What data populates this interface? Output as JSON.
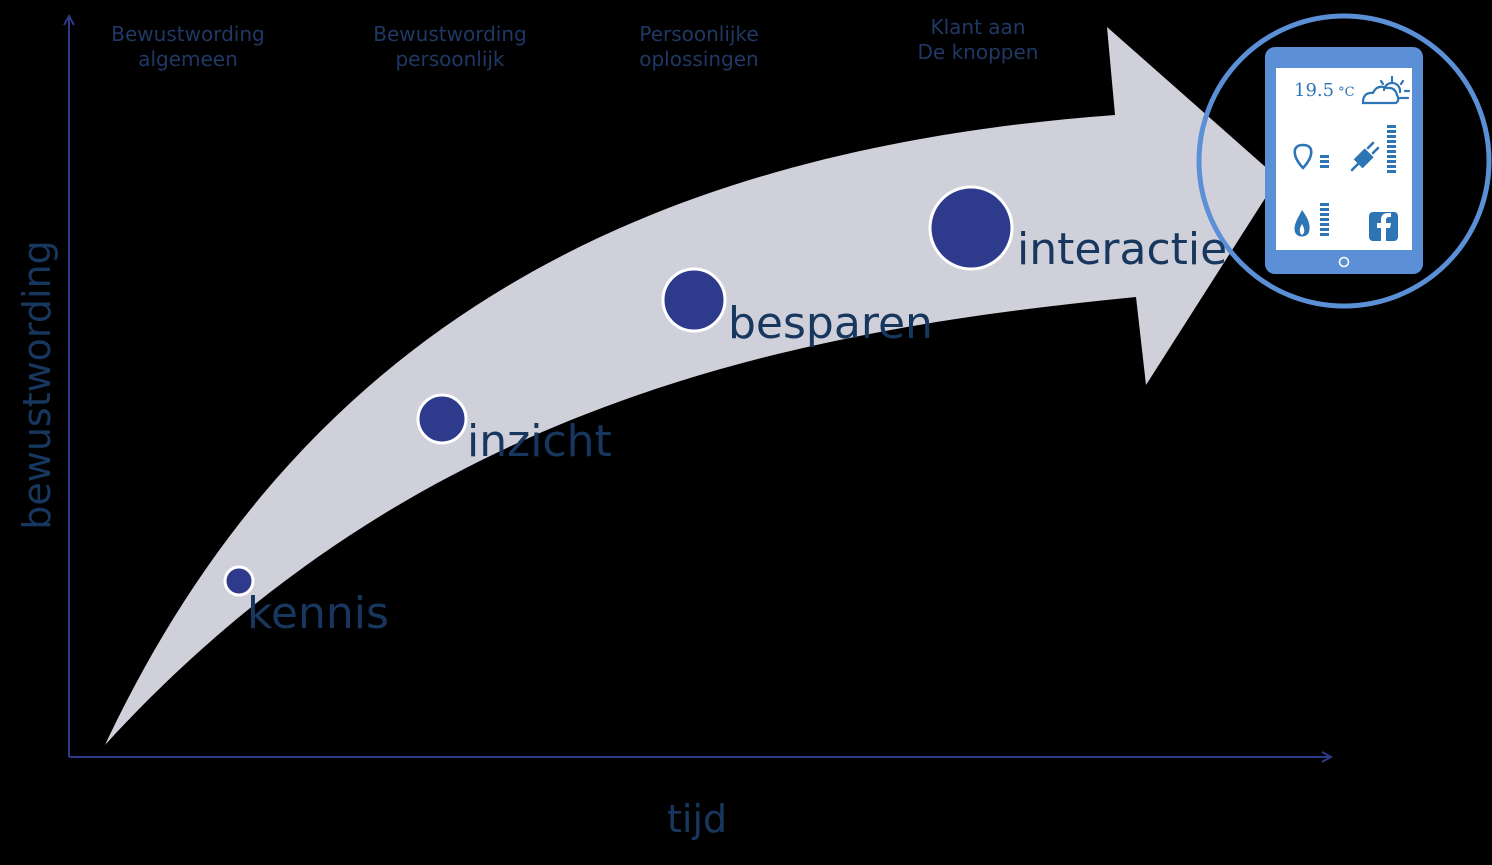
{
  "phases": [
    {
      "text": "Bewustwording\nalgemeen"
    },
    {
      "text": "Bewustwording\npersoonlijk"
    },
    {
      "text": "Persoonlijke\noplossingen"
    },
    {
      "text": "Klant aan\nDe knoppen"
    }
  ],
  "stages": [
    {
      "label": "kennis"
    },
    {
      "label": "inzicht"
    },
    {
      "label": "besparen"
    },
    {
      "label": "interactie"
    }
  ],
  "axes": {
    "x_label": "tijd",
    "y_label": "bewustwording"
  },
  "tablet": {
    "temperature": "19.5",
    "unit": "°C",
    "icons": [
      "weather-partly-sunny-icon",
      "location-pin-icon",
      "plug-icon",
      "gas-flame-icon",
      "facebook-icon",
      "home-button-icon"
    ]
  },
  "colors": {
    "background": "#000000",
    "axis": "#2e3a87",
    "arrow_fill": "#d0d0db",
    "dot_fill": "#2e3a8c",
    "text": "#17375e",
    "tablet_blue": "#5b8fd6"
  }
}
